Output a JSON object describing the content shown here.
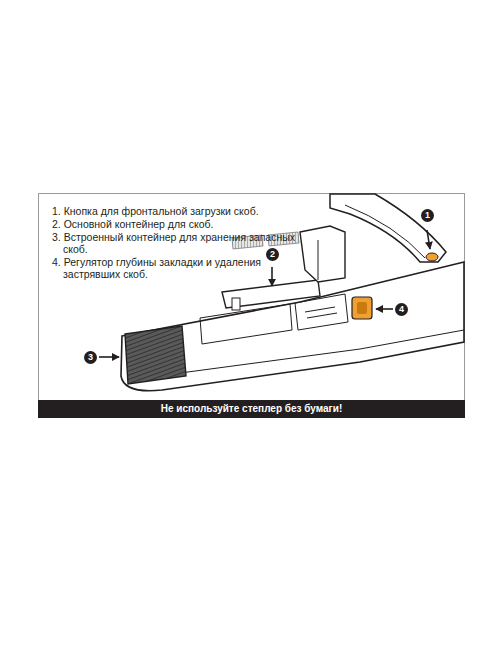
{
  "diagram": {
    "nodes": [
      {
        "text": [
          "1"
        ]
      },
      {
        "text": [
          "2"
        ]
      },
      {
        "text": [
          "4"
        ]
      },
      {
        "text": [
          "3"
        ]
      },
      {
        "text": [
          "Не используйте степлер без бумаги!"
        ]
      }
    ],
    "labels": [
      "1. Кнопка для фронтальной загрузки скоб.",
      "2. Основной контейнер для скоб.",
      "3. Встроенный контейнер для хранения запасных скоб.",
      "4. Регулятор глубины закладки и удаления застрявших скоб."
    ]
  }
}
